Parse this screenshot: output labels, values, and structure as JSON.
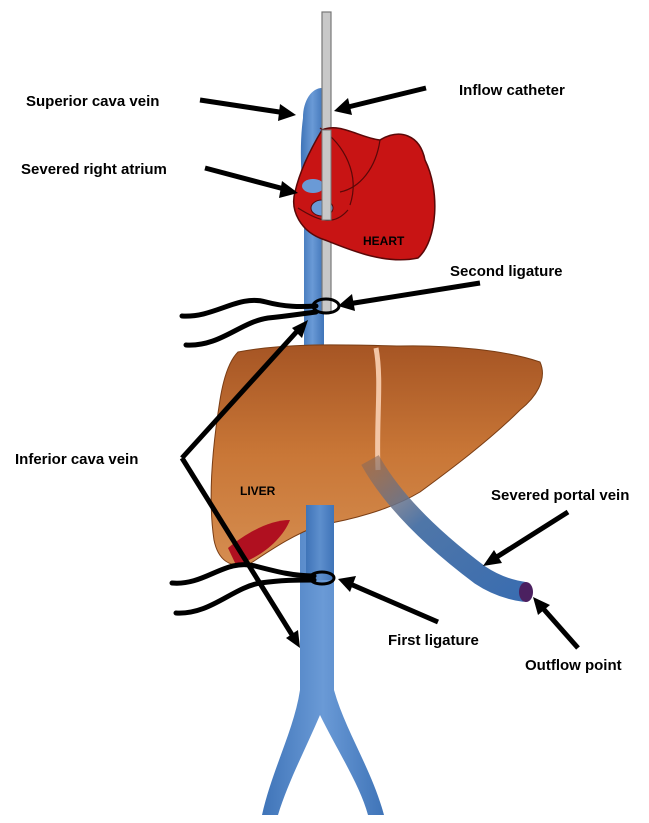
{
  "labels": {
    "superior_cava_vein": "Superior cava vein",
    "inflow_catheter": "Inflow catheter",
    "severed_right_atrium": "Severed right atrium",
    "second_ligature": "Second ligature",
    "inferior_cava_vein": "Inferior cava vein",
    "severed_portal_vein": "Severed portal vein",
    "first_ligature": "First ligature",
    "outflow_point": "Outflow point"
  },
  "organs": {
    "heart": "HEART",
    "liver": "LIVER"
  },
  "colors": {
    "vein": "#4a7fc1",
    "vein_dark": "#2f5f9a",
    "heart": "#c81414",
    "heart_dark": "#8e0c0c",
    "liver": "#b8632c",
    "liver_light": "#d1894c",
    "liver_ligament": "#f3c6a6",
    "gallbladder": "#b01020",
    "catheter": "#c8c8c8",
    "outflow": "#4b2060"
  }
}
